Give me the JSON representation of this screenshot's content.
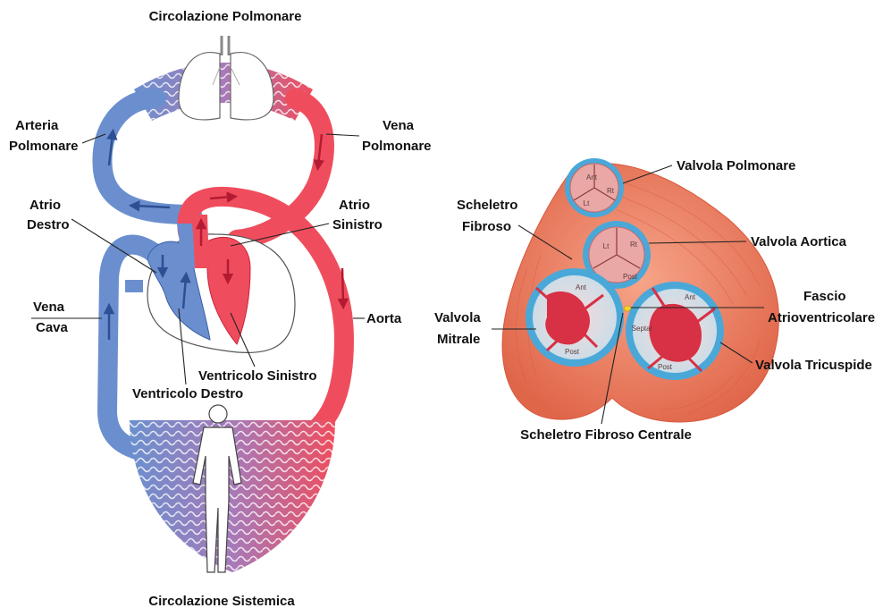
{
  "colors": {
    "venous": "#6b8fce",
    "venous_dark": "#3a5fa8",
    "arterial": "#ef4d5d",
    "arterial_dark": "#c8223a",
    "capillary_mix": "#a77ab8",
    "fibrous": "#f08a6e",
    "valve_ring": "#4aa8d8"
  },
  "circulation": {
    "title_top": "Circolazione Polmonare",
    "title_bottom": "Circolazione Sistemica",
    "labels": {
      "arteria_line1": "Arteria",
      "arteria_line2": "Polmonare",
      "vena_polm_line1": "Vena",
      "vena_polm_line2": "Polmonare",
      "atrio_destro_line1": "Atrio",
      "atrio_destro_line2": "Destro",
      "atrio_sinistro_line1": "Atrio",
      "atrio_sinistro_line2": "Sinistro",
      "vena_cava_line1": "Vena",
      "vena_cava_line2": "Cava",
      "aorta": "Aorta",
      "ventricolo_sinistro": "Ventricolo Sinistro",
      "ventricolo_destro": "Ventricolo Destro"
    }
  },
  "valves": {
    "labels": {
      "valvola_polmonare": "Valvola Polmonare",
      "scheletro_line1": "Scheletro",
      "scheletro_line2": "Fibroso",
      "valvola_aortica": "Valvola Aortica",
      "fascio_line1": "Fascio",
      "fascio_line2": "Atrioventricolare",
      "mitrale_line1": "Valvola",
      "mitrale_line2": "Mitrale",
      "tricuspide": "Valvola Tricuspide",
      "scheletro_centrale": "Scheletro Fibroso Centrale"
    },
    "cusps": {
      "polm_ant": "Ant",
      "polm_rt": "Rt",
      "polm_lt": "Lt",
      "aort_lt": "Lt",
      "aort_rt": "Rt",
      "aort_post": "Post",
      "mitral_ant": "Ant",
      "mitral_post": "Post",
      "tric_ant": "Ant",
      "tric_septal": "Septal",
      "tric_post": "Post"
    }
  }
}
